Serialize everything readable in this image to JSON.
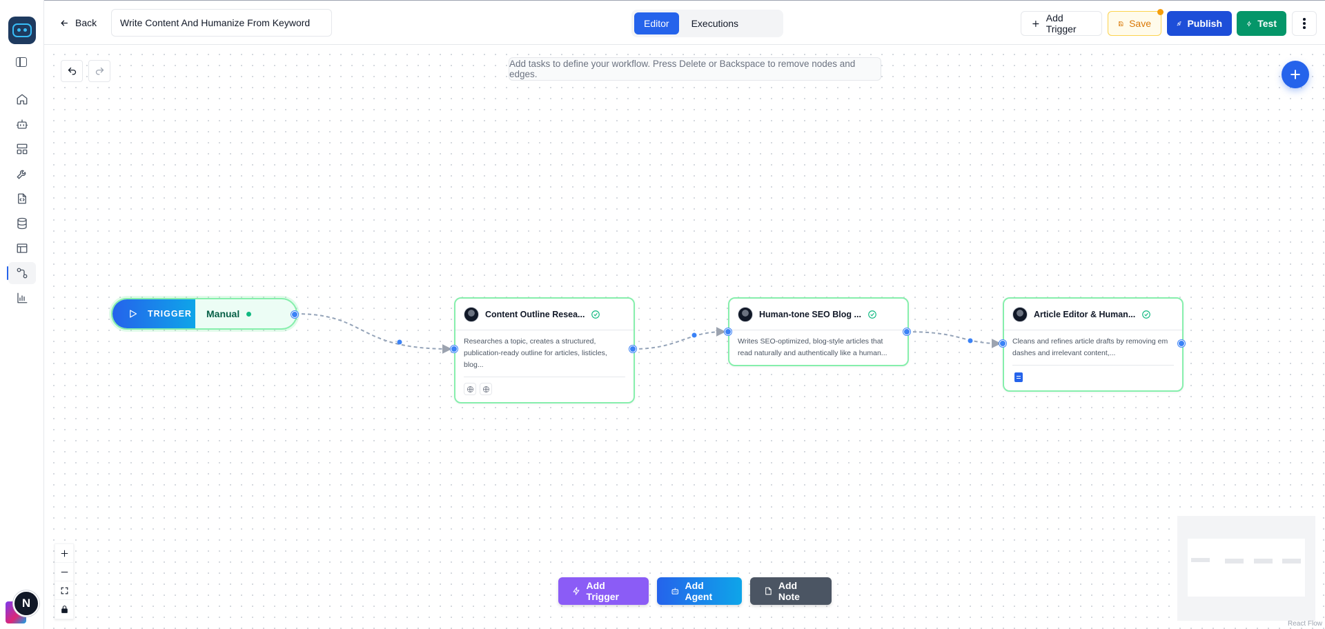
{
  "header": {
    "back_label": "Back",
    "workflow_title": "Write Content And Humanize From Keyword",
    "tabs": [
      {
        "label": "Editor"
      },
      {
        "label": "Executions"
      }
    ],
    "add_trigger_label": "Add Trigger",
    "save_label": "Save",
    "publish_label": "Publish",
    "test_label": "Test"
  },
  "sidebar": {
    "items": [
      {
        "icon": "home-icon"
      },
      {
        "icon": "bot-icon"
      },
      {
        "icon": "layout-icon"
      },
      {
        "icon": "wrench-icon"
      },
      {
        "icon": "file-code-icon"
      },
      {
        "icon": "database-icon"
      },
      {
        "icon": "table-icon"
      },
      {
        "icon": "workflow-icon",
        "active": true
      },
      {
        "icon": "bar-chart-icon"
      }
    ],
    "user_initial": "N"
  },
  "canvas": {
    "hint": "Add tasks to define your workflow. Press Delete or Backspace to remove nodes and edges.",
    "trigger_node": {
      "badge": "TRIGGER",
      "label": "Manual"
    },
    "agent_nodes": [
      {
        "name": "Content Outline Resea...",
        "description": "Researches a topic, creates a structured, publication-ready outline for articles, listicles, blog..."
      },
      {
        "name": "Human-tone SEO Blog ...",
        "description": "Writes SEO-optimized, blog-style articles that read naturally and authentically like a human..."
      },
      {
        "name": "Article Editor & Human...",
        "description": "Cleans and refines article drafts by removing em dashes and irrelevant content,..."
      }
    ],
    "bottom_actions": {
      "add_trigger": "Add Trigger",
      "add_agent": "Add Agent",
      "add_note": "Add Note"
    },
    "attribution": "React Flow"
  },
  "colors": {
    "primary": "#2563eb",
    "success": "#059669",
    "warning": "#d97706",
    "node_border": "#86efac",
    "purple": "#8b5cf6"
  }
}
